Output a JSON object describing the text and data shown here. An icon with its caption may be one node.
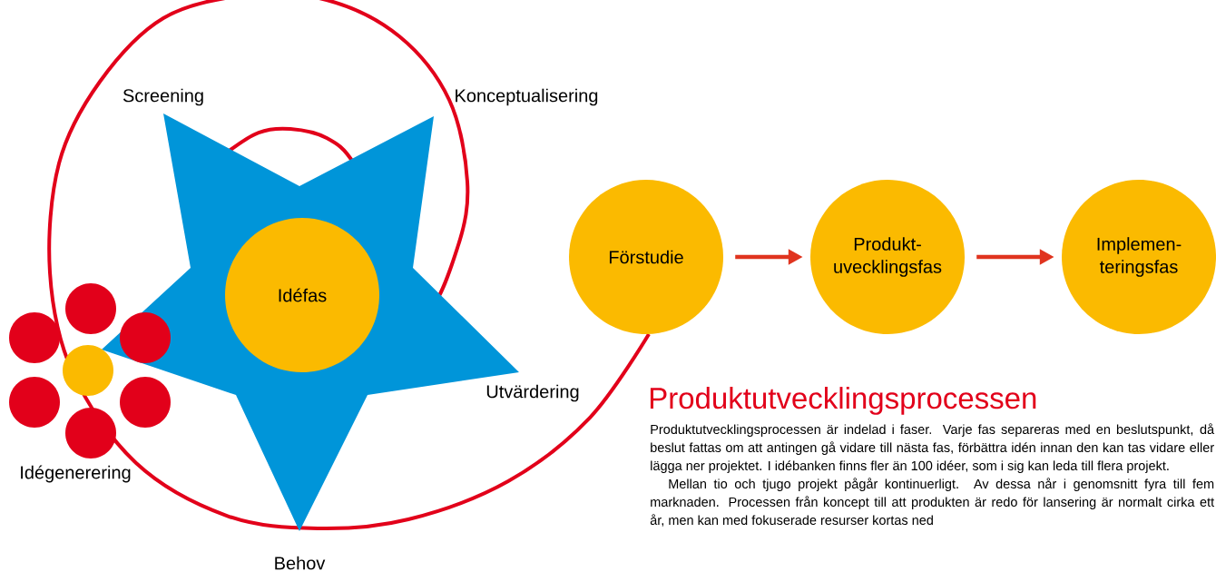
{
  "diagram": {
    "title": "Produktutvecklingsprocessen",
    "nodes": [
      {
        "text": [
          "Idéfas"
        ]
      },
      {
        "text": [
          "Förstudie"
        ]
      },
      {
        "text": [
          "Produkt-uvecklingsfas"
        ]
      },
      {
        "text": [
          "Implemen-teringsfas"
        ]
      }
    ],
    "edges": [
      {
        "from": 1,
        "to": 2,
        "arrow": "to"
      },
      {
        "from": 2,
        "to": 3,
        "arrow": "to"
      }
    ],
    "labels": [
      "Screening",
      "Konceptualisering",
      "Utvärdering",
      "Idégenerering",
      "Behov",
      "Produktutvecklingsprocessen är indelad i faser. Varje fas separeras med en beslutspunkt, då beslut fattas om att antingen gå vidare till nästa fas, förbättra idén innan den kan tas vidare eller lägga ner projektet. I idébanken finns fler än 100 idéer, som i sig kan leda till flera projekt.",
      "Mellan tio och tjugo projekt pågår kontinuerligt. Av dessa når i genomsnitt fyra till fem marknaden. Processen från koncept till att produkten är redo för lansering är normalt cirka ett år, men kan med fokuserade resurser kortas ned"
    ]
  }
}
